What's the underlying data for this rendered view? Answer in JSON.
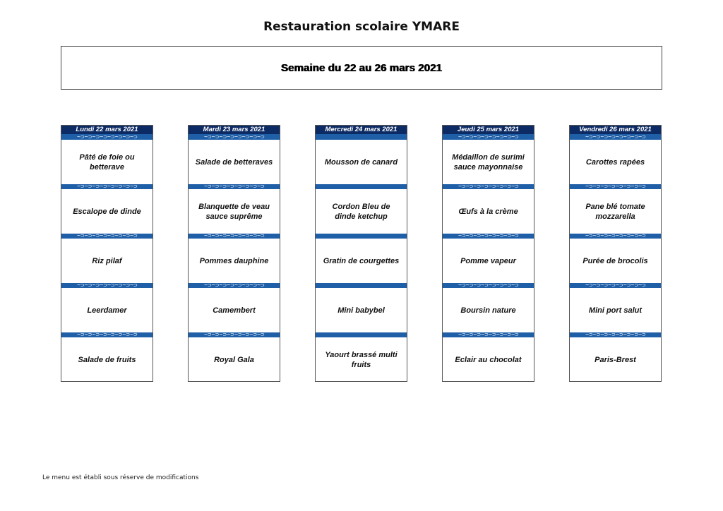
{
  "page_title": "Restauration scolaire YMARE",
  "week_label": "Semaine du 22 au 26 mars 2021",
  "separator_pattern": "~⊃~⊃~⊃~⊃~⊃~⊃~⊃~⊃",
  "days": [
    {
      "label": "Lundi 22 mars 2021",
      "dishes": [
        "Pâté de foie ou betterave",
        "Escalope de dinde",
        "Riz pilaf",
        "Leerdamer",
        "Salade de fruits"
      ]
    },
    {
      "label": "Mardi 23 mars 2021",
      "dishes": [
        "Salade de betteraves",
        "Blanquette de veau sauce suprême",
        "Pommes dauphine",
        "Camembert",
        "Royal Gala"
      ]
    },
    {
      "label": "Mercredi 24 mars 2021",
      "dishes": [
        "Mousson de canard",
        "Cordon Bleu de dinde ketchup",
        "Gratin de courgettes",
        "Mini babybel",
        "Yaourt brassé  multi fruits"
      ]
    },
    {
      "label": "Jeudi 25 mars 2021",
      "dishes": [
        "Médaillon de surimi sauce mayonnaise",
        "Œufs à la crème",
        "Pomme vapeur",
        "Boursin nature",
        "Eclair au chocolat"
      ]
    },
    {
      "label": "Vendredi 26 mars 2021",
      "dishes": [
        "Carottes rapées",
        "Pane blé tomate mozzarella",
        "Purée de brocolis",
        "Mini port salut",
        "Paris-Brest"
      ]
    }
  ],
  "footer_note": "Le menu est établi sous réserve de modifications",
  "colors": {
    "header_bg": "#0c2a64",
    "separator_bg": "#1f5fa8"
  }
}
